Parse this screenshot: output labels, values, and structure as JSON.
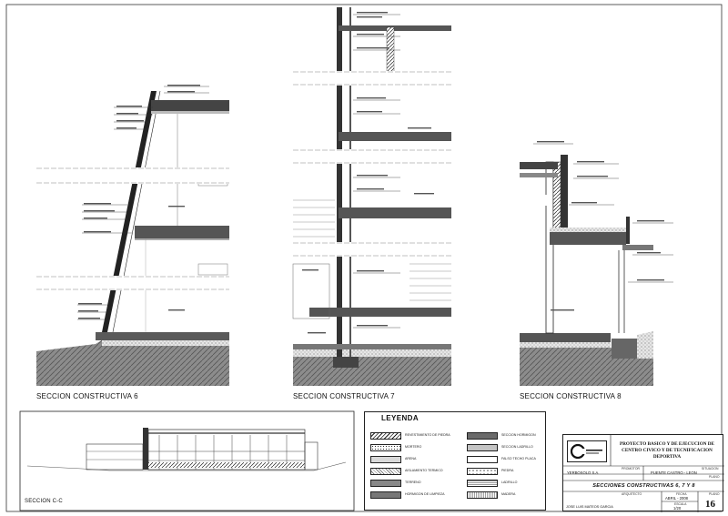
{
  "sections": {
    "s6": "SECCION CONSTRUCTIVA 6",
    "s7": "SECCION CONSTRUCTIVA 7",
    "s8": "SECCION CONSTRUCTIVA 8",
    "cc": "SECCION C-C"
  },
  "legend": {
    "title": "LEYENDA",
    "items": [
      {
        "label": "REVESTIMIENTO DE PIEDRA",
        "pattern": "hatch"
      },
      {
        "label": "MORTERO",
        "pattern": "dots"
      },
      {
        "label": "ARENA",
        "pattern": "light"
      },
      {
        "label": "AISLAMIENTO TERMICO",
        "pattern": "cross"
      },
      {
        "label": "TERRENO",
        "pattern": "dark"
      },
      {
        "label": "HORMIGON DE LIMPIEZA",
        "pattern": "medium"
      },
      {
        "label": "SECCION HORMIGON",
        "pattern": "gray"
      },
      {
        "label": "SECCION LADRILLO",
        "pattern": "lightgray"
      },
      {
        "label": "FALSO TECHO PLACA",
        "pattern": "white"
      },
      {
        "label": "PIEDRA",
        "pattern": "dots2"
      },
      {
        "label": "LADRILLO",
        "pattern": "brick"
      },
      {
        "label": "MADERA",
        "pattern": "wood"
      }
    ]
  },
  "titleblock": {
    "project": "PROYECTO BASICO Y DE EJECUCION DE CENTRO CIVICO Y DE TECNIFICACION DEPORTIVA",
    "promotor": "YERBOSOLO S.A.",
    "location": "PUENTE CASTRO - LEON",
    "sheet_title": "SECCIONES CONSTRUCTIVAS 6, 7 Y 8",
    "author": "JOSE LUIS MATEOS GARCIA",
    "date": "ABRIL - 2008",
    "scale": "1/20",
    "sheet_number": "16",
    "label_promotor": "PROMOTOR",
    "label_situation": "SITUACION",
    "label_architect": "ARQUITECTO",
    "label_date": "FECHA",
    "label_scale": "ESCALA",
    "label_plan": "PLANO"
  }
}
